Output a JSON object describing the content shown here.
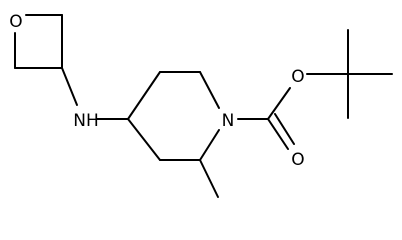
{
  "structure": {
    "atoms": {
      "oxetane_oxygen": "O",
      "amine_nitrogen": "NH",
      "piperidine_nitrogen": "N",
      "ester_oxygen": "O",
      "carbonyl_oxygen": "O"
    }
  },
  "colors": {
    "bond": "#000000",
    "label": "#000000",
    "background": "#ffffff"
  }
}
